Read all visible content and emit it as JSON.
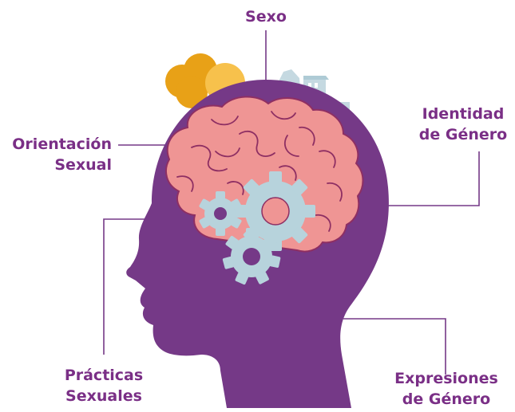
{
  "labels": {
    "sexo": [
      "Sexo"
    ],
    "orientacion": [
      "Orientación",
      "Sexual"
    ],
    "identidad": [
      "Identidad",
      "de Género"
    ],
    "practicas": [
      "Prácticas",
      "Sexuales"
    ],
    "expresiones": [
      "Expresiones",
      "de Género"
    ]
  },
  "colors": {
    "head": "#753987",
    "brain": "#ef9594",
    "brain_fold": "#8e2f63",
    "gear": "#b7d3dc",
    "tree_left": "#e8a117",
    "tree_right": "#f7c14c",
    "building": "#c5d9e1",
    "leader_line": "#753987",
    "label_text": "#7a2f86"
  }
}
